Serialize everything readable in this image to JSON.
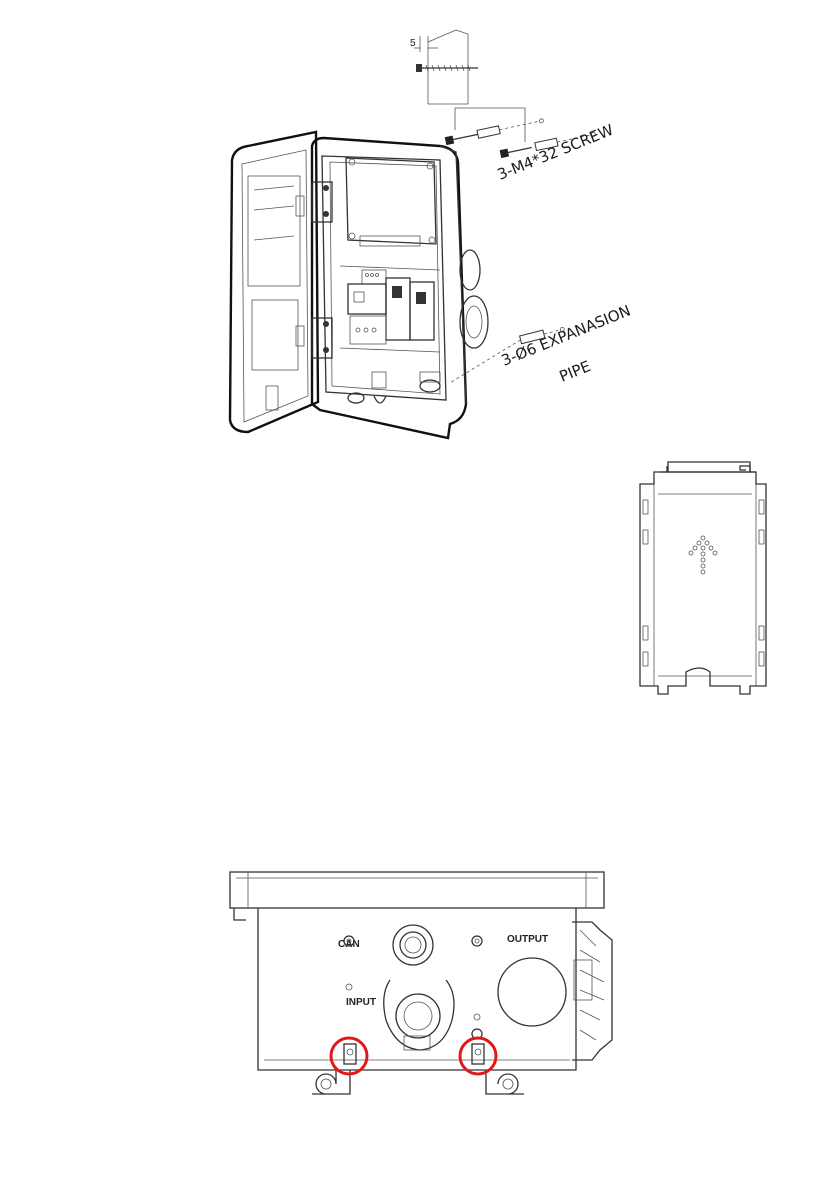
{
  "figure1": {
    "dimension": "5",
    "screw_callout": "3-M4*32 SCREW",
    "pipe_callout_line1": "3-Ø6 EXPANASION",
    "pipe_callout_line2": "PIPE"
  },
  "figure3": {
    "port_can": "CAN",
    "port_output": "OUTPUT",
    "port_input": "INPUT",
    "highlight_color": "#e01818"
  }
}
